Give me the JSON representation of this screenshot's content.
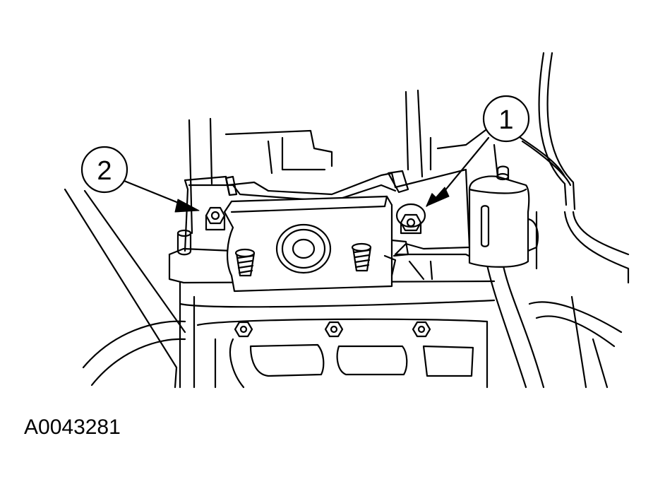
{
  "callouts": [
    {
      "number": "1"
    },
    {
      "number": "2"
    }
  ],
  "figure_id": "A0043281",
  "colors": {
    "ink": "#000000",
    "paper": "#ffffff"
  }
}
